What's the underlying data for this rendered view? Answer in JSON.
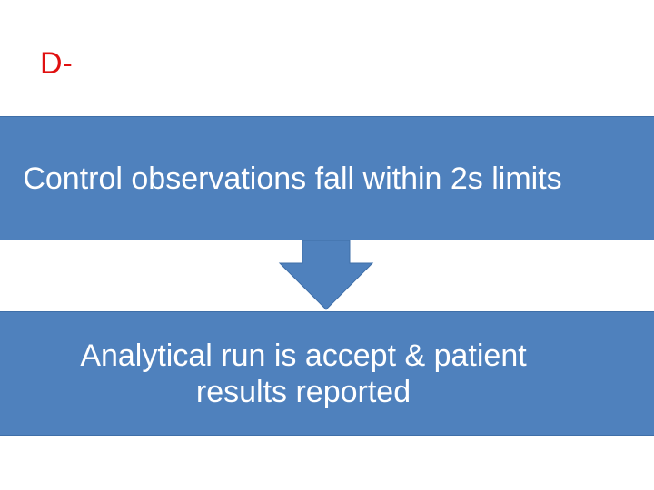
{
  "slide": {
    "label": "D-"
  },
  "flow": {
    "top_box": "Control observations fall within 2s limits",
    "bottom_box": "Analytical run is accept & patient results reported"
  },
  "colors": {
    "box_fill": "#4f81bd",
    "label_color": "#e01010",
    "text_color": "#ffffff"
  },
  "icons": {
    "connector": "down-arrow-icon"
  }
}
